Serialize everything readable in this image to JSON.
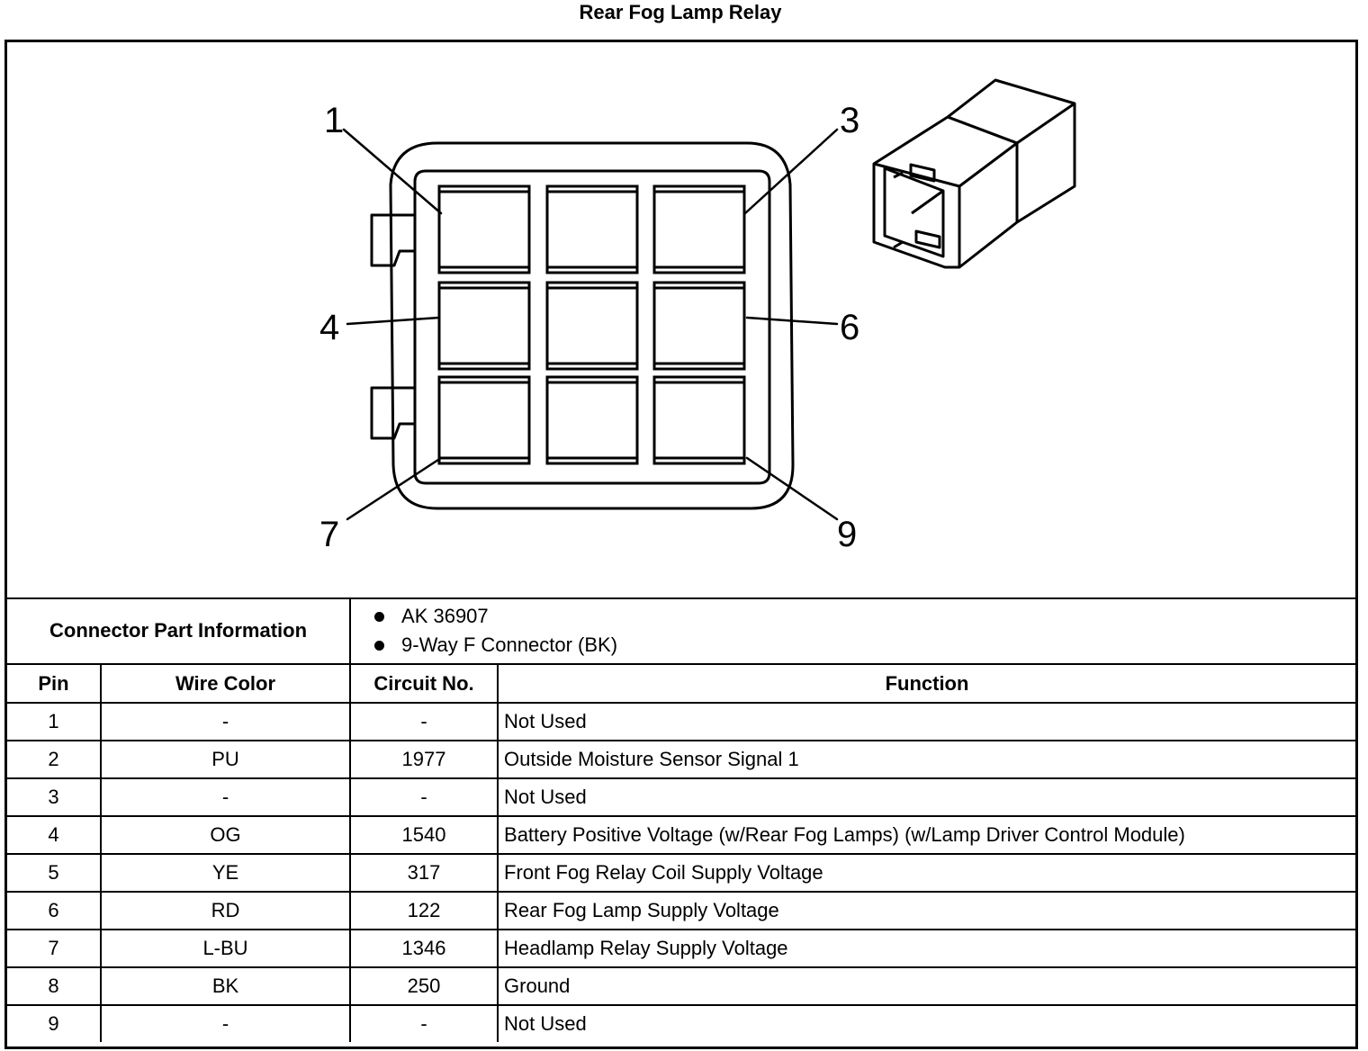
{
  "title": "Rear Fog Lamp Relay",
  "diagram": {
    "pin_labels": [
      "1",
      "3",
      "4",
      "6",
      "7",
      "9"
    ]
  },
  "connector_info": {
    "label": "Connector Part Information",
    "items": [
      "AK 36907",
      "9-Way F Connector (BK)"
    ]
  },
  "table": {
    "headers": {
      "pin": "Pin",
      "wire_color": "Wire Color",
      "circuit_no": "Circuit No.",
      "function": "Function"
    },
    "rows": [
      {
        "pin": "1",
        "wire_color": "-",
        "circuit_no": "-",
        "function": "Not Used"
      },
      {
        "pin": "2",
        "wire_color": "PU",
        "circuit_no": "1977",
        "function": "Outside Moisture Sensor Signal 1"
      },
      {
        "pin": "3",
        "wire_color": "-",
        "circuit_no": "-",
        "function": "Not Used"
      },
      {
        "pin": "4",
        "wire_color": "OG",
        "circuit_no": "1540",
        "function": "Battery Positive Voltage (w/Rear Fog Lamps) (w/Lamp Driver Control Module)"
      },
      {
        "pin": "5",
        "wire_color": "YE",
        "circuit_no": "317",
        "function": "Front Fog Relay Coil Supply Voltage"
      },
      {
        "pin": "6",
        "wire_color": "RD",
        "circuit_no": "122",
        "function": "Rear Fog Lamp Supply Voltage"
      },
      {
        "pin": "7",
        "wire_color": "L-BU",
        "circuit_no": "1346",
        "function": "Headlamp Relay Supply Voltage"
      },
      {
        "pin": "8",
        "wire_color": "BK",
        "circuit_no": "250",
        "function": "Ground"
      },
      {
        "pin": "9",
        "wire_color": "-",
        "circuit_no": "-",
        "function": "Not Used"
      }
    ]
  }
}
